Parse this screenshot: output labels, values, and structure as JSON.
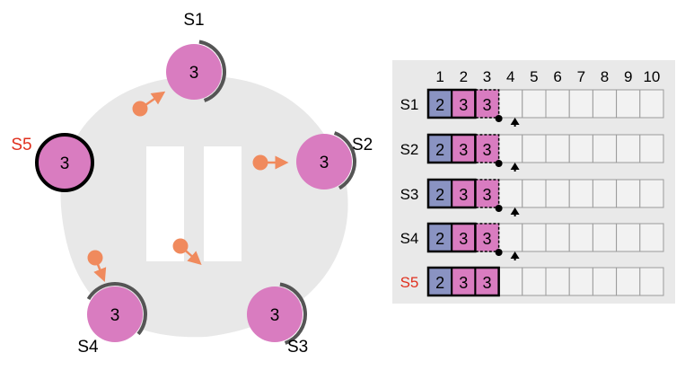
{
  "servers": [
    {
      "id": "S1",
      "term": "3",
      "leader": false
    },
    {
      "id": "S2",
      "term": "3",
      "leader": false
    },
    {
      "id": "S3",
      "term": "3",
      "leader": false
    },
    {
      "id": "S4",
      "term": "3",
      "leader": false
    },
    {
      "id": "S5",
      "term": "3",
      "leader": true
    }
  ],
  "log_table": {
    "columns": [
      "1",
      "2",
      "3",
      "4",
      "5",
      "6",
      "7",
      "8",
      "9",
      "10"
    ],
    "rows": [
      {
        "server": "S1",
        "entries": [
          "2",
          "3",
          "3"
        ],
        "committed_through": 2
      },
      {
        "server": "S2",
        "entries": [
          "2",
          "3",
          "3"
        ],
        "committed_through": 2
      },
      {
        "server": "S3",
        "entries": [
          "2",
          "3",
          "3"
        ],
        "committed_through": 2
      },
      {
        "server": "S4",
        "entries": [
          "2",
          "3",
          "3"
        ],
        "committed_through": 2
      },
      {
        "server": "S5",
        "entries": [
          "2",
          "3",
          "3"
        ],
        "committed_through": 3
      }
    ]
  },
  "colors": {
    "server_fill": "#d97cc0",
    "term2": "#8a93c2",
    "term3": "#d97cc0",
    "leader_label": "#e0301e",
    "message": "#f08a5d",
    "ring": "#e8e8e8",
    "panel": "#e9e9e9",
    "timeout_arc": "#555555"
  }
}
